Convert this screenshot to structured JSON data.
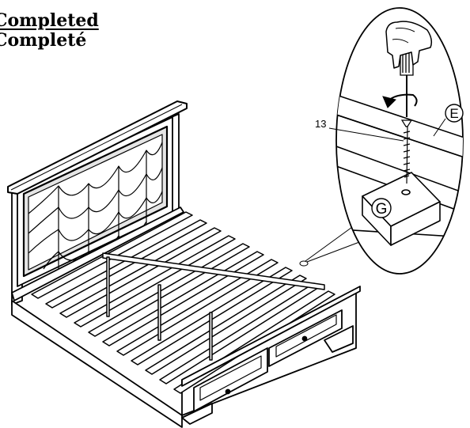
{
  "title": {
    "english": "Completed",
    "french": "Completé"
  },
  "callouts": {
    "screw_number": "13",
    "part_e": "E",
    "part_g": "G"
  },
  "colors": {
    "ink": "#000000",
    "paper": "#ffffff",
    "panel": "#e5e5e5"
  },
  "icons": [
    "screwdriver-icon",
    "rotate-arrow-icon",
    "hand-icon"
  ]
}
